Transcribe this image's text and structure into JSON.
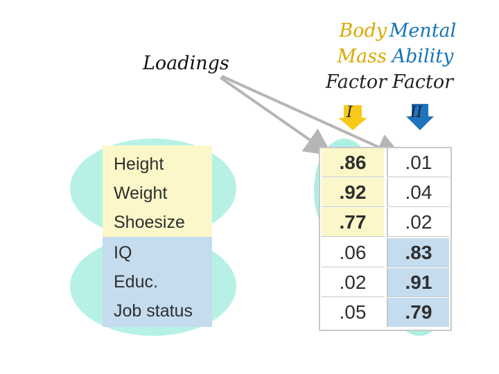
{
  "labels": {
    "loadings": "Loadings"
  },
  "factors": [
    {
      "line1": "Body",
      "line2": "Mass",
      "line3": "Factor",
      "roman": "I",
      "color": "#e8b800"
    },
    {
      "line1": "Mental",
      "line2": "Ability",
      "line3": "Factor",
      "roman": "II",
      "color": "#1e73be"
    }
  ],
  "variables": [
    "Height",
    "Weight",
    "Shoesize",
    "IQ",
    "Educ.",
    "Job status"
  ],
  "loadings": [
    [
      ".86",
      ".01"
    ],
    [
      ".92",
      ".04"
    ],
    [
      ".77",
      ".02"
    ],
    [
      ".06",
      ".83"
    ],
    [
      ".02",
      ".91"
    ],
    [
      ".05",
      ".79"
    ]
  ],
  "colors": {
    "group_highlight": "#5fe0c8",
    "arrow": "#b5b5b5",
    "factor1_cell_bg": "#fbf7c9",
    "factor2_cell_bg": "#c5dcef"
  }
}
